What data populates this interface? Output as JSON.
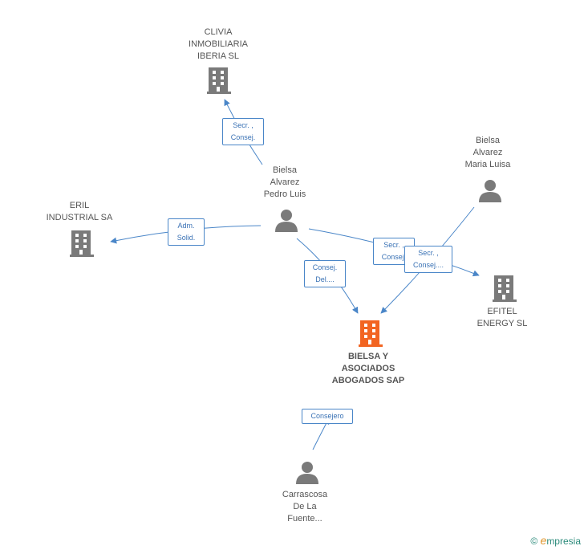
{
  "nodes": {
    "clivia": {
      "label": "CLIVIA\nINMOBILIARIA\nIBERIA SL",
      "icon": "building-icon",
      "color": "#7a7a7a"
    },
    "eril": {
      "label": "ERIL\nINDUSTRIAL SA",
      "icon": "building-icon",
      "color": "#7a7a7a"
    },
    "pedro": {
      "label": "Bielsa\nAlvarez\nPedro Luis",
      "icon": "person-icon",
      "color": "#7a7a7a"
    },
    "maria": {
      "label": "Bielsa\nAlvarez\nMaria Luisa",
      "icon": "person-icon",
      "color": "#7a7a7a"
    },
    "efitel": {
      "label": "EFITEL\nENERGY  SL",
      "icon": "building-icon",
      "color": "#7a7a7a"
    },
    "bielsa": {
      "label": "BIELSA Y\nASOCIADOS\nABOGADOS SAP",
      "icon": "building-icon",
      "color": "#f26522"
    },
    "carrascosa": {
      "label": "Carrascosa\nDe La\nFuente...",
      "icon": "person-icon",
      "color": "#7a7a7a"
    }
  },
  "edges": {
    "pedro_clivia": "Secr. ,\nConsej.",
    "pedro_eril": "Adm.\nSolid.",
    "pedro_bielsa": "Consej.\nDel....",
    "pedro_efitel": "Secr. ,\nConsej.",
    "maria_bielsa": "Secr. ,\nConsej....",
    "carrascosa_bielsa": "Consejero"
  },
  "colors": {
    "edge": "#4a86c8",
    "node": "#7a7a7a",
    "main": "#f26522"
  },
  "footer": {
    "copyright": "©",
    "brand_initial": "e",
    "brand_rest": "mpresia"
  }
}
